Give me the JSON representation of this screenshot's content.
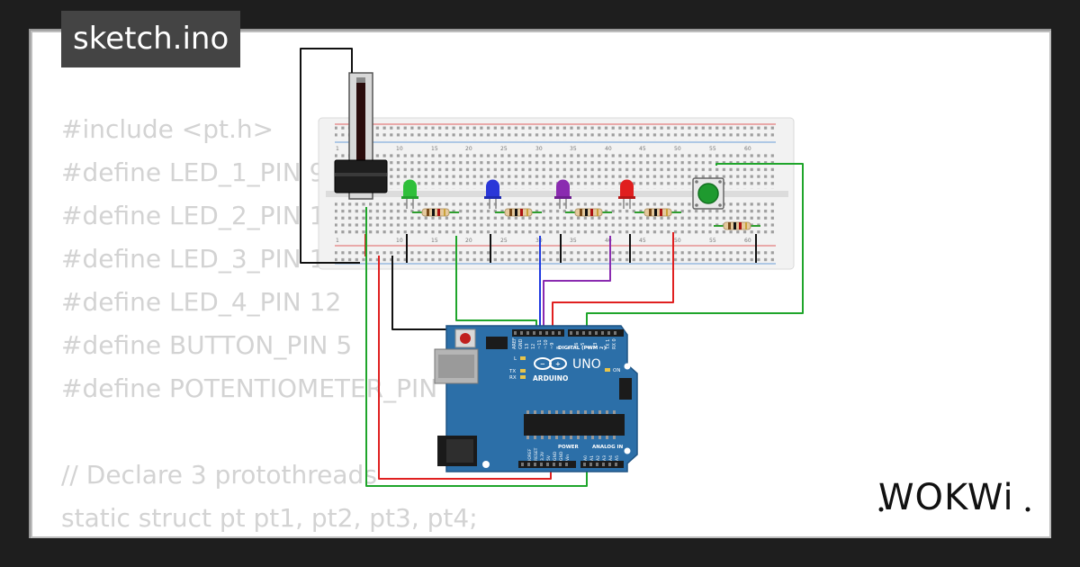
{
  "file_tab": {
    "title": "sketch.ino"
  },
  "code": {
    "lines": [
      "#include <pt.h>",
      "#define LED_1_PIN 9",
      "#define LED_2_PIN 10",
      "#define LED_3_PIN 11",
      "#define LED_4_PIN 12",
      "#define BUTTON_PIN 5",
      "#define POTENTIOMETER_PIN A1",
      "",
      "// Declare 3 protothreads",
      "static struct pt pt1, pt2, pt3, pt4;",
      "// ... ... ... ... ... ... ... ... ..."
    ]
  },
  "breadboard": {
    "top_numbers": [
      "1",
      "10",
      "15",
      "20",
      "25",
      "30",
      "35",
      "40",
      "45",
      "50",
      "55",
      "60"
    ],
    "bottom_numbers": [
      "1",
      "10",
      "15",
      "20",
      "25",
      "30",
      "35",
      "40",
      "45",
      "50",
      "55",
      "60"
    ]
  },
  "arduino": {
    "brand": "ARDUINO",
    "model": "UNO",
    "digital_label": "DIGITAL (PWM ~)",
    "power_label": "POWER",
    "analog_label": "ANALOG IN",
    "tx_label": "TX",
    "rx_label": "RX",
    "on_label": "ON",
    "l_label": "L",
    "top_pins": [
      "AREF",
      "GND",
      "13",
      "12",
      "~11",
      "~10",
      "~9",
      "8",
      "7",
      "~6",
      "~5",
      "4",
      "~3",
      "2",
      "TX 1",
      "RX 0"
    ],
    "bottom_pins": [
      "IOREF",
      "RESET",
      "3.3V",
      "5V",
      "GND",
      "GND",
      "Vin",
      "A0",
      "A1",
      "A2",
      "A3",
      "A4",
      "A5"
    ]
  },
  "logo": {
    "text": "WOKWi"
  },
  "colors": {
    "background": "#1e1e1e",
    "card": "#ffffff",
    "badge": "#444444",
    "code_text": "#d3d3d3",
    "board_blue": "#2c6fa8",
    "led_green": "#2fbf3a",
    "led_blue": "#2a37d8",
    "led_purple": "#8a2bb0",
    "led_red": "#e01f1f",
    "button_cap": "#1f9a2f"
  }
}
